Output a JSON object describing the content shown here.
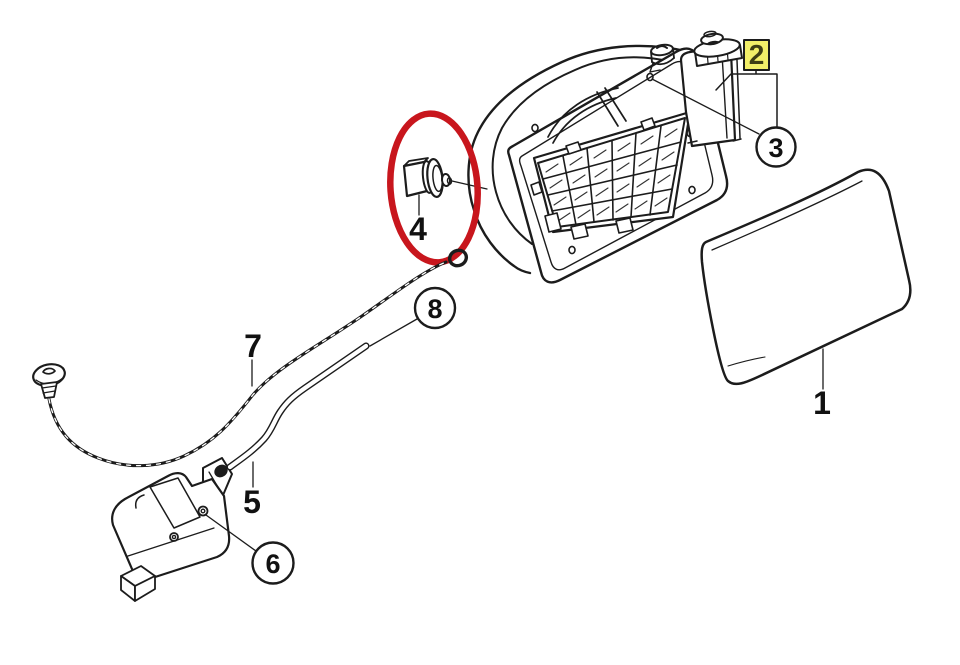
{
  "diagram": {
    "callouts": {
      "c1": {
        "label": "1",
        "type": "plain"
      },
      "c2": {
        "label": "2",
        "type": "boxed-highlighted"
      },
      "c3": {
        "label": "3",
        "type": "circled"
      },
      "c4": {
        "label": "4",
        "type": "plain"
      },
      "c5": {
        "label": "5",
        "type": "plain"
      },
      "c6": {
        "label": "6",
        "type": "circled"
      },
      "c7": {
        "label": "7",
        "type": "plain"
      },
      "c8": {
        "label": "8",
        "type": "circled"
      }
    },
    "highlight": {
      "selected_callout": "2",
      "ellipse_marks_callout": "4"
    },
    "colors": {
      "line": "#1c1c1c",
      "highlight_red": "#c8161d",
      "highlight_yellow": "#f2ee69",
      "background": "#ffffff"
    }
  }
}
